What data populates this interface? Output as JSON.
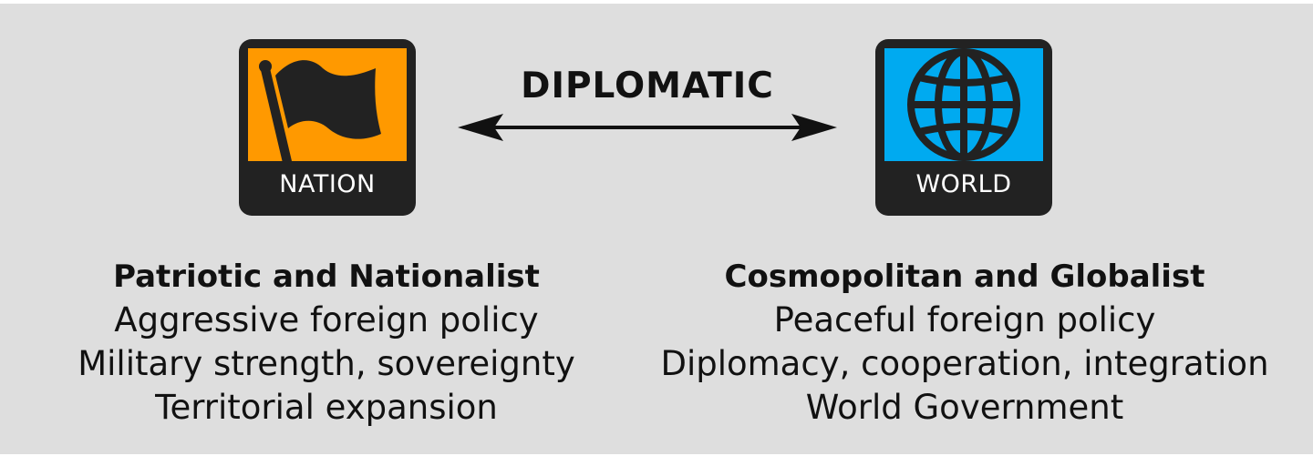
{
  "left": {
    "icon_label": "NATION",
    "icon": "flag-icon",
    "icon_color": "#ff9900",
    "heading": "Patriotic and Nationalist",
    "lines": [
      "Aggressive foreign policy",
      "Military strength, sovereignty",
      "Territorial expansion"
    ]
  },
  "right": {
    "icon_label": "WORLD",
    "icon": "globe-icon",
    "icon_color": "#00aaf0",
    "heading": "Cosmopolitan and Globalist",
    "lines": [
      "Peaceful foreign policy",
      "Diplomacy, cooperation, integration",
      "World Government"
    ]
  },
  "connector": {
    "label": "DIPLOMATIC",
    "arrow": "double-headed-arrow"
  },
  "colors": {
    "background": "#dedede",
    "icon_frame": "#222222",
    "text": "#111111"
  }
}
